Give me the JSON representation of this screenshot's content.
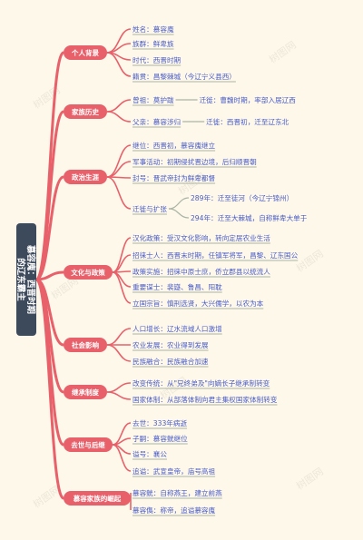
{
  "root": {
    "lines": [
      "慕容廆：西晋时期",
      "的辽东霸主"
    ]
  },
  "colors": {
    "branch": "#e8606a",
    "root": "#3d4a5c",
    "leaf_text": "#4a5cc8",
    "line": "#e8606a",
    "leaf_line": "#aab4a4",
    "background": "#fdf8ea"
  },
  "watermark": "树图网",
  "branches": [
    {
      "label": "个人背景",
      "items": [
        {
          "text": "姓名：慕容廆"
        },
        {
          "text": "族群：鲜卑族"
        },
        {
          "text": "时代：西晋时期"
        },
        {
          "text": "籍贯：昌黎棘城（今辽宁义县西）"
        }
      ]
    },
    {
      "label": "家族历史",
      "items": [
        {
          "text": "曾祖：莫护跋",
          "child": "迁徙：曹魏时期，率部入居辽西"
        },
        {
          "text": "父亲：慕容涉归",
          "child": "迁徙：西晋初，迁至辽东北"
        }
      ]
    },
    {
      "label": "政治生涯",
      "items": [
        {
          "text": "继位：西晋初，慕容廆继立"
        },
        {
          "text": "军事活动：初期侵扰晋边境，后归顺晋朝"
        },
        {
          "text": "封号：晋武帝封为鲜卑都督"
        },
        {
          "text": "迁徙与扩张",
          "children": [
            "289年：迁至徒河（今辽宁锦州）",
            "294年：迁至大棘城，自称鲜卑大单于"
          ]
        }
      ]
    },
    {
      "label": "文化与政策",
      "items": [
        {
          "text": "汉化政策：受汉文化影响，转向定居农业生活"
        },
        {
          "text": "招徕士人：西晋末时期，任镇军将军，昌黎、辽东国公"
        },
        {
          "text": "政策实施：招徕中原士庶，侨立郡县以统流人"
        },
        {
          "text": "重要谋士：裴嶷、鲁昌、阳耽"
        },
        {
          "text": "立国宗旨：慎刑选贤，大兴儒学，以农为本"
        }
      ]
    },
    {
      "label": "社会影响",
      "items": [
        {
          "text": "人口增长：辽水流域人口激增"
        },
        {
          "text": "农业发展：农业得到发展"
        },
        {
          "text": "民族融合：民族融合加速"
        }
      ]
    },
    {
      "label": "继承制度",
      "items": [
        {
          "text": "改变传统：从\"兄终弟及\"向嫡长子继承制转变"
        },
        {
          "text": "国家体制：从部落体制向君主集权国家体制转变"
        }
      ]
    },
    {
      "label": "去世与后继",
      "items": [
        {
          "text": "去世：333年病逝"
        },
        {
          "text": "子嗣：慕容皝继位"
        },
        {
          "text": "谥号：襄公"
        },
        {
          "text": "追谥：武宣皇帝，庙号高祖"
        }
      ]
    },
    {
      "label": "慕容家族的崛起",
      "items": [
        {
          "text": "慕容皝：自称燕王，建立前燕"
        },
        {
          "text": "慕容儁：称帝，追谥慕容廆"
        }
      ]
    }
  ]
}
